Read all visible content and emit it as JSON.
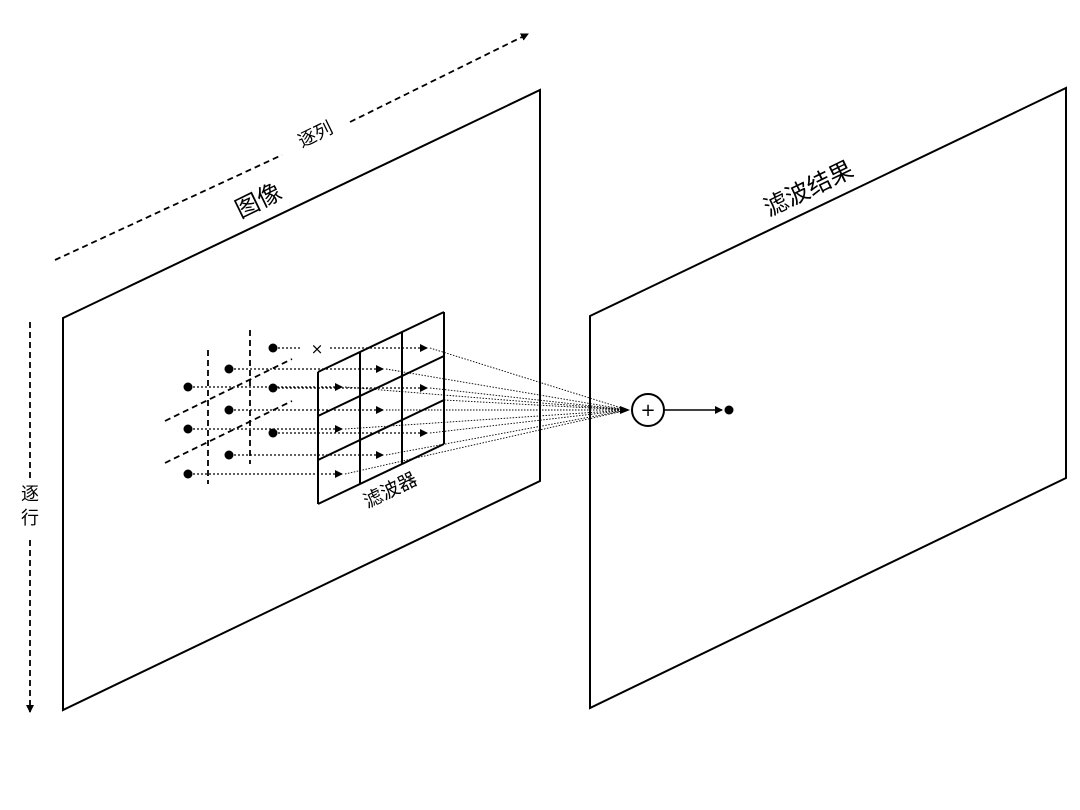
{
  "labels": {
    "image": "图像",
    "result": "滤波结果",
    "filter": "滤波器",
    "col_scan": "逐列",
    "row_scan_top": "逐",
    "row_scan_bottom": "行",
    "sum_symbol": "+",
    "skip_mark": "×"
  }
}
